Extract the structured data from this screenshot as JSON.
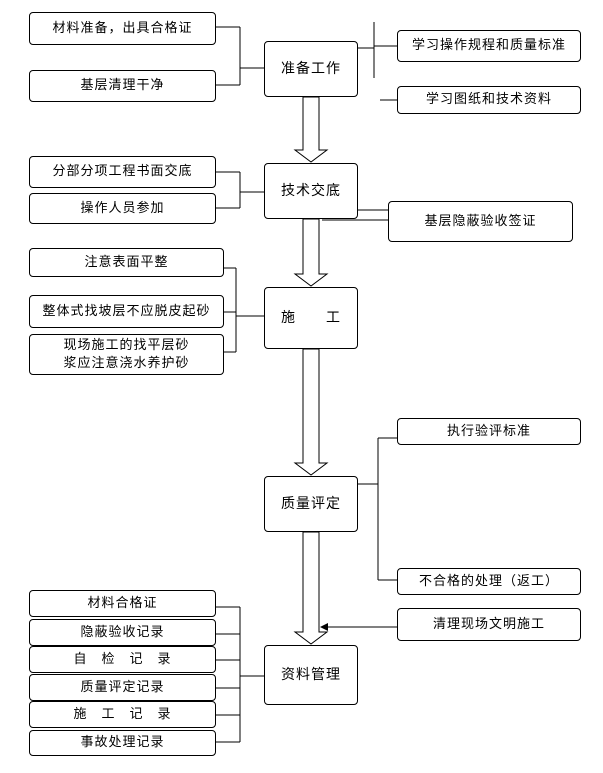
{
  "main_steps": {
    "prep": "准备工作",
    "disclosure": "技术交底",
    "construction": "施　　工",
    "quality": "质量评定",
    "records": "资料管理"
  },
  "prep_inputs": {
    "materials": "材料准备，出具合格证",
    "clean": "基层清理干净"
  },
  "prep_outputs": {
    "learn_rules": "学习操作规程和质量标准",
    "learn_drawings": "学习图纸和技术资料"
  },
  "disclosure_inputs": {
    "written": "分部分项工程书面交底",
    "staff": "操作人员参加"
  },
  "disclosure_outputs": {
    "acceptance": "基层隐蔽验收签证"
  },
  "construction_inputs": {
    "flat": "注意表面平整",
    "no_hollow": "整体式找坡层不应脱皮起砂",
    "curing": "现场施工的找平层砂\n浆应注意浇水养护砂"
  },
  "quality_outputs": {
    "standard": "执行验评标准",
    "rework": "不合格的处理（返工）"
  },
  "records_inputs": {
    "clean_site": "清理现场文明施工"
  },
  "records_list": {
    "cert": "材料合格证",
    "hidden": "隐蔽验收记录",
    "self": "自　检　记　录",
    "quality": "质量评定记录",
    "construction": "施　工　记　录",
    "accident": "事故处理记录"
  }
}
